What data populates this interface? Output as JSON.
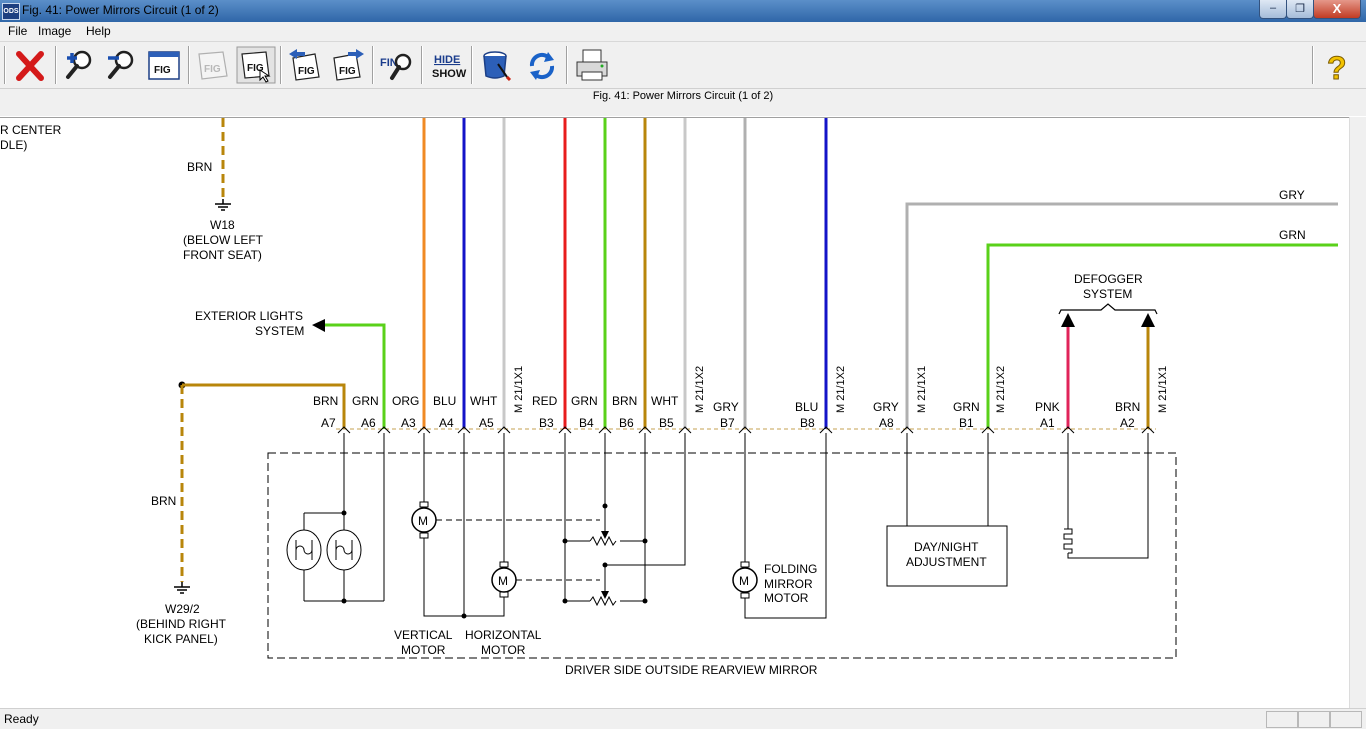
{
  "window": {
    "title": "Fig. 41: Power Mirrors Circuit (1 of 2)",
    "app_icon_text": "ODS",
    "minimize_glyph": "‒",
    "maximize_glyph": "❐",
    "close_glyph": "X"
  },
  "menu": {
    "file": "File",
    "image": "Image",
    "help": "Help"
  },
  "toolbar": {
    "buttons": [
      {
        "icon": "close-red-x-icon"
      },
      {
        "icon": "zoom-in-icon"
      },
      {
        "icon": "zoom-out-icon"
      },
      {
        "icon": "fig-icon"
      },
      {
        "icon": "fig-disabled-icon"
      },
      {
        "icon": "fig-select-icon"
      },
      {
        "icon": "fig-previous-icon"
      },
      {
        "icon": "fig-next-icon"
      },
      {
        "icon": "find-icon",
        "label": "FIND"
      },
      {
        "icon": "hide-show-icon",
        "label_top": "HIDE",
        "label_bottom": "SHOW"
      },
      {
        "icon": "paint-bucket-icon"
      },
      {
        "icon": "refresh-icon"
      },
      {
        "icon": "print-icon"
      },
      {
        "icon": "help-icon",
        "label": "?"
      }
    ],
    "fig_label": "FIG"
  },
  "figure_header": "Fig. 41: Power Mirrors Circuit (1 of 2)",
  "diagram": {
    "top_left_fragment_1": "R CENTER",
    "top_left_fragment_2": "DLE)",
    "w18_wire_color": "BRN",
    "w18_ground": "W18",
    "w18_location_1": "(BELOW LEFT",
    "w18_location_2": "FRONT SEAT)",
    "exterior_lights_1": "EXTERIOR LIGHTS",
    "exterior_lights_2": "SYSTEM",
    "w29_wire_color": "BRN",
    "w29_ground": "W29/2",
    "w29_location_1": "(BEHIND RIGHT",
    "w29_location_2": "KICK PANEL)",
    "right_wire_gry": "GRY",
    "right_wire_grn": "GRN",
    "defogger_1": "DEFOGGER",
    "defogger_2": "SYSTEM",
    "terminals": [
      {
        "pin": "A7",
        "wire": "BRN"
      },
      {
        "pin": "A6",
        "wire": "GRN"
      },
      {
        "pin": "A3",
        "wire": "ORG"
      },
      {
        "pin": "A4",
        "wire": "BLU"
      },
      {
        "pin": "A5",
        "wire": "WHT"
      },
      {
        "pin": "B3",
        "wire": "RED"
      },
      {
        "pin": "B4",
        "wire": "GRN"
      },
      {
        "pin": "B6",
        "wire": "BRN"
      },
      {
        "pin": "B5",
        "wire": "WHT"
      },
      {
        "pin": "B7",
        "wire": "GRY"
      },
      {
        "pin": "B8",
        "wire": "BLU"
      },
      {
        "pin": "A8",
        "wire": "GRY"
      },
      {
        "pin": "B1",
        "wire": "GRN"
      },
      {
        "pin": "A1",
        "wire": "PNK"
      },
      {
        "pin": "A2",
        "wire": "BRN"
      }
    ],
    "connector_1": "M 21/1X1",
    "connector_2": "M 21/1X2",
    "connector_3": "M 21/1X2",
    "connector_4": "M 21/1X1",
    "connector_5": "M 21/1X2",
    "connector_6": "M 21/1X1",
    "motor_symbol": "M",
    "vertical_motor_1": "VERTICAL",
    "vertical_motor_2": "MOTOR",
    "horizontal_motor_1": "HORIZONTAL",
    "horizontal_motor_2": "MOTOR",
    "folding_motor_1": "FOLDING",
    "folding_motor_2": "MIRROR",
    "folding_motor_3": "MOTOR",
    "day_night_1": "DAY/NIGHT",
    "day_night_2": "ADJUSTMENT",
    "mirror_assembly": "DRIVER SIDE OUTSIDE REARVIEW MIRROR"
  },
  "status": {
    "text": "Ready"
  },
  "colors": {
    "brn": "#b8860b",
    "org": "#f08a24",
    "blu": "#1414c8",
    "wht": "#c8c8c8",
    "red": "#e81c1c",
    "grn": "#5ad11a",
    "gry": "#b0b0b0",
    "pnk": "#e0245a"
  }
}
